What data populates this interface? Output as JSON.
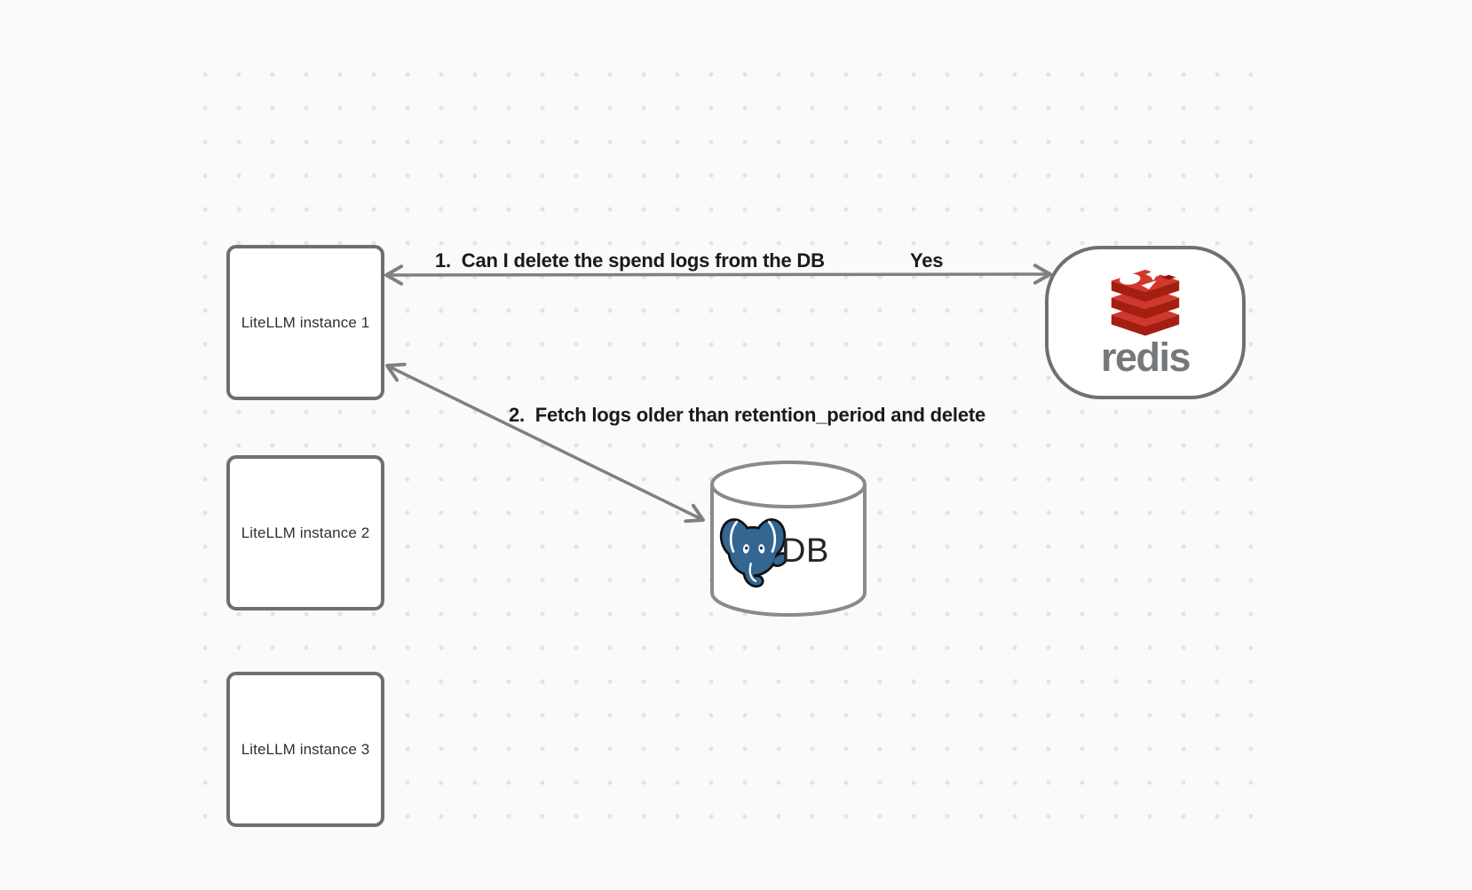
{
  "canvas": {
    "background": "#fafafa",
    "dot_color": "#e4e4e4"
  },
  "nodes": {
    "instances": [
      {
        "label": "LiteLLM instance 1"
      },
      {
        "label": "LiteLLM instance 2"
      },
      {
        "label": "LiteLLM instance 3"
      }
    ],
    "redis": {
      "label": "redis",
      "icon": "redis-logo-icon",
      "logo_red": "#d0372d",
      "logo_dark_red": "#a41e11",
      "wordmark_color": "#75787b"
    },
    "db": {
      "label": "DB",
      "icon": "postgresql-logo-icon",
      "logo_blue": "#336791"
    }
  },
  "edges": [
    {
      "label": "1.  Can I delete the spend logs from the DB",
      "response": "Yes",
      "style": "double-headed-arrow"
    },
    {
      "label": "2.  Fetch logs older than retention_period and delete",
      "style": "double-headed-arrow"
    }
  ],
  "colors": {
    "arrow": "#808080",
    "shape_border": "#6f6f6f",
    "cylinder_border": "#8a8a8a",
    "label_text": "#1a1a1a",
    "node_text": "#303030"
  }
}
